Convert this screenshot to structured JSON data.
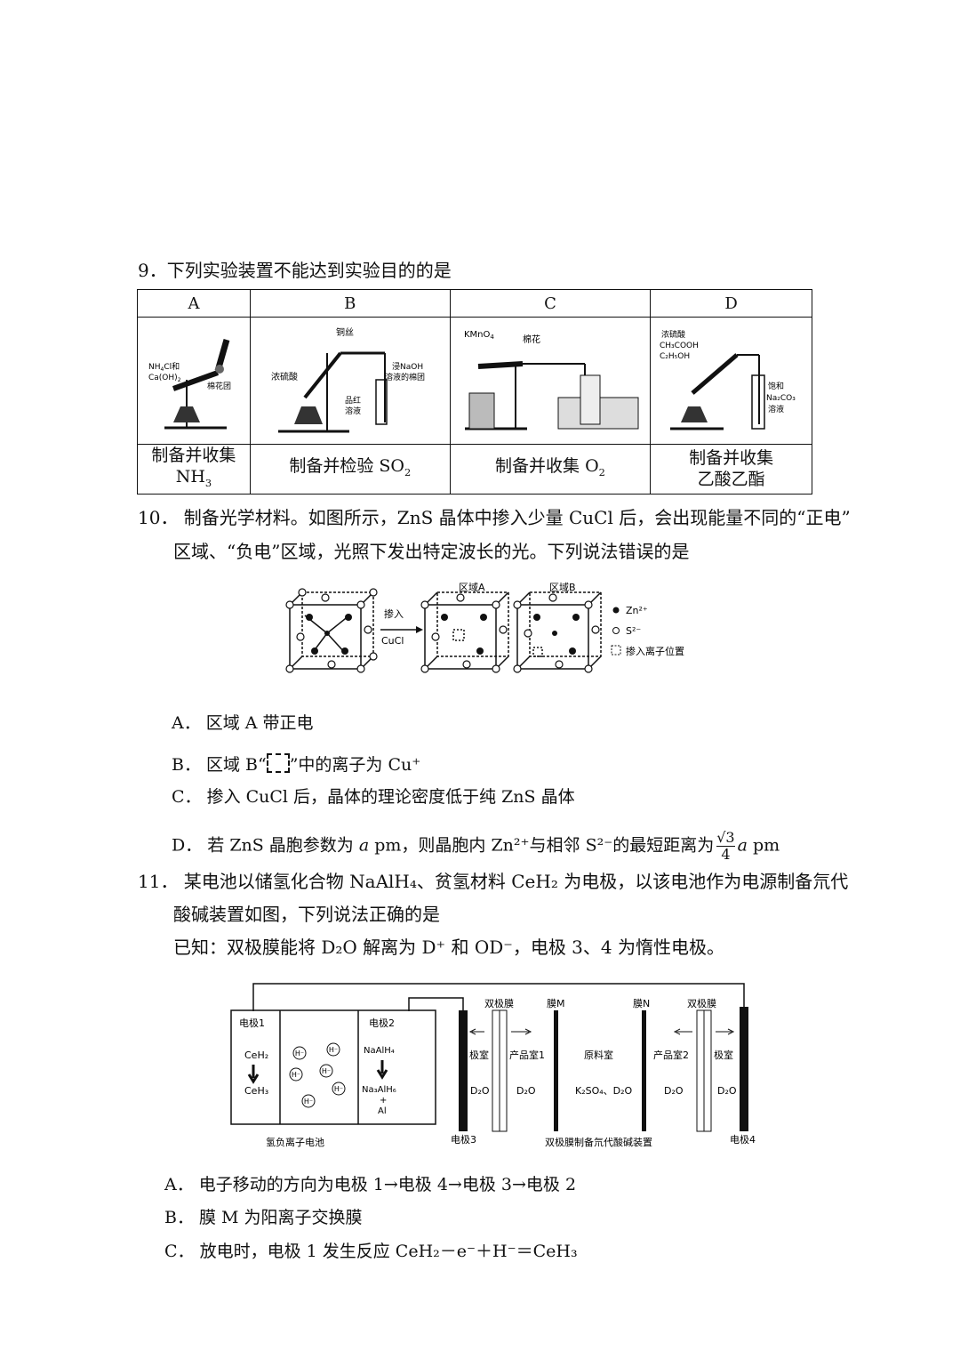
{
  "q9": {
    "stem": "9．下列实验装置不能达到实验目的的是",
    "headers": [
      "A",
      "B",
      "C",
      "D"
    ],
    "captions": [
      {
        "line1": "制备并收集",
        "line2": "NH",
        "sub2": "3"
      },
      {
        "line1": "制备并检验 SO",
        "sub1": "2"
      },
      {
        "line1": "制备并收集 O",
        "sub1": "2"
      },
      {
        "line1": "制备并收集",
        "line2": "乙酸乙酯"
      }
    ],
    "labels": {
      "a_reagent1": "NH",
      "a_reagent1_sub": "4",
      "a_reagent1_tail": "Cl和",
      "a_reagent2": "Ca(OH)",
      "a_reagent2_sub": "2",
      "a_cotton": "棉花团",
      "b_wire": "铜丝",
      "b_acid": "浓硫酸",
      "b_naoh1": "浸NaOH",
      "b_naoh2": "溶液的棉团",
      "b_red1": "品红",
      "b_red2": "溶液",
      "c_kmno4": "KMnO",
      "c_kmno4_sub": "4",
      "c_cotton": "棉花",
      "d_l1": "浓硫酸",
      "d_l2": "CH₃COOH",
      "d_l3": "C₂H₅OH",
      "d_r1": "饱和",
      "d_r2": "Na₂CO₃",
      "d_r3": "溶液"
    }
  },
  "q10": {
    "stem_line1": "10． 制备光学材料。如图所示，ZnS 晶体中掺入少量 CuCl 后，会出现能量不同的“正电”",
    "stem_line2": "区域、“负电”区域，光照下发出特定波长的光。下列说法错误的是",
    "figure": {
      "arrow_top": "掺入",
      "arrow_bottom": "CuCl",
      "region_a": "区域A",
      "region_b": "区域B",
      "legend_zn": "Zn²⁺",
      "legend_s": "S²⁻",
      "legend_dope": "掺入离子位置"
    },
    "options": {
      "a": "A．  区域 A 带正电",
      "b_pre": "B．  区域 B“",
      "b_post": "”中的离子为 Cu⁺",
      "c": "C．  掺入 CuCl 后，晶体的理论密度低于纯 ZnS 晶体",
      "d_pre": "D．  若 ZnS 晶胞参数为 ",
      "d_var": "a",
      "d_mid": " pm，则晶胞内 Zn²⁺与相邻 S²⁻的最短距离为",
      "d_num": "√3",
      "d_den": "4",
      "d_post_var": "a",
      "d_post": " pm"
    }
  },
  "q11": {
    "stem_line1": "11． 某电池以储氢化合物 NaAlH₄、贫氢材料 CeH₂ 为电极，以该电池作为电源制备氘代",
    "stem_line2": "酸碱装置如图，下列说法正确的是",
    "known": "已知：双极膜能将 D₂O 解离为 D⁺ 和 OD⁻，电极 3、4 为惰性电极。",
    "figure": {
      "e1": "电极1",
      "e2": "电极2",
      "ceh2": "CeH₂",
      "ceh3": "CeH₃",
      "naalh4": "NaAlH₄",
      "na3alh6": "Na₃AlH₆",
      "plus": "+",
      "al": "Al",
      "ion": "H⁻",
      "battery": "氢负离子电池",
      "bipolar1": "双极膜",
      "memM": "膜M",
      "memN": "膜N",
      "bipolar2": "双极膜",
      "pole_room1": "极室",
      "prod1": "产品室1",
      "raw": "原料室",
      "prod2": "产品室2",
      "pole_room2": "极室",
      "d2o": "D₂O",
      "raw_content": "K₂SO₄、D₂O",
      "e3": "电极3",
      "device": "双极膜制备氘代酸碱装置",
      "e4": "电极4"
    },
    "options": {
      "a": "A．  电子移动的方向为电极 1→电极 4→电极 3→电极 2",
      "b": "B．  膜 M 为阳离子交换膜",
      "c": "C．  放电时，电极 1 发生反应 CeH₂－e⁻＋H⁻＝CeH₃"
    }
  }
}
